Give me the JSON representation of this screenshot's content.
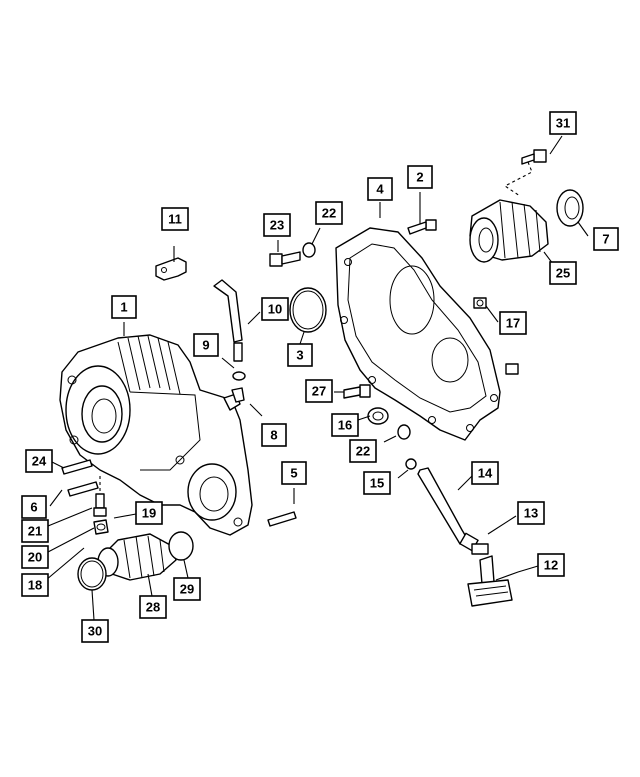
{
  "callouts": [
    {
      "id": "c1",
      "label": "1"
    },
    {
      "id": "c2",
      "label": "2"
    },
    {
      "id": "c3",
      "label": "3"
    },
    {
      "id": "c4",
      "label": "4"
    },
    {
      "id": "c5",
      "label": "5"
    },
    {
      "id": "c6",
      "label": "6"
    },
    {
      "id": "c7",
      "label": "7"
    },
    {
      "id": "c8",
      "label": "8"
    },
    {
      "id": "c9",
      "label": "9"
    },
    {
      "id": "c10",
      "label": "10"
    },
    {
      "id": "c11",
      "label": "11"
    },
    {
      "id": "c12",
      "label": "12"
    },
    {
      "id": "c13",
      "label": "13"
    },
    {
      "id": "c14",
      "label": "14"
    },
    {
      "id": "c15",
      "label": "15"
    },
    {
      "id": "c16",
      "label": "16"
    },
    {
      "id": "c17",
      "label": "17"
    },
    {
      "id": "c18",
      "label": "18"
    },
    {
      "id": "c19",
      "label": "19"
    },
    {
      "id": "c20",
      "label": "20"
    },
    {
      "id": "c21",
      "label": "21"
    },
    {
      "id": "c22a",
      "label": "22"
    },
    {
      "id": "c22b",
      "label": "22"
    },
    {
      "id": "c23",
      "label": "23"
    },
    {
      "id": "c24",
      "label": "24"
    },
    {
      "id": "c25",
      "label": "25"
    },
    {
      "id": "c27",
      "label": "27"
    },
    {
      "id": "c28",
      "label": "28"
    },
    {
      "id": "c29",
      "label": "29"
    },
    {
      "id": "c30",
      "label": "30"
    },
    {
      "id": "c31",
      "label": "31"
    }
  ],
  "colors": {
    "line": "#000000",
    "background": "#ffffff"
  }
}
